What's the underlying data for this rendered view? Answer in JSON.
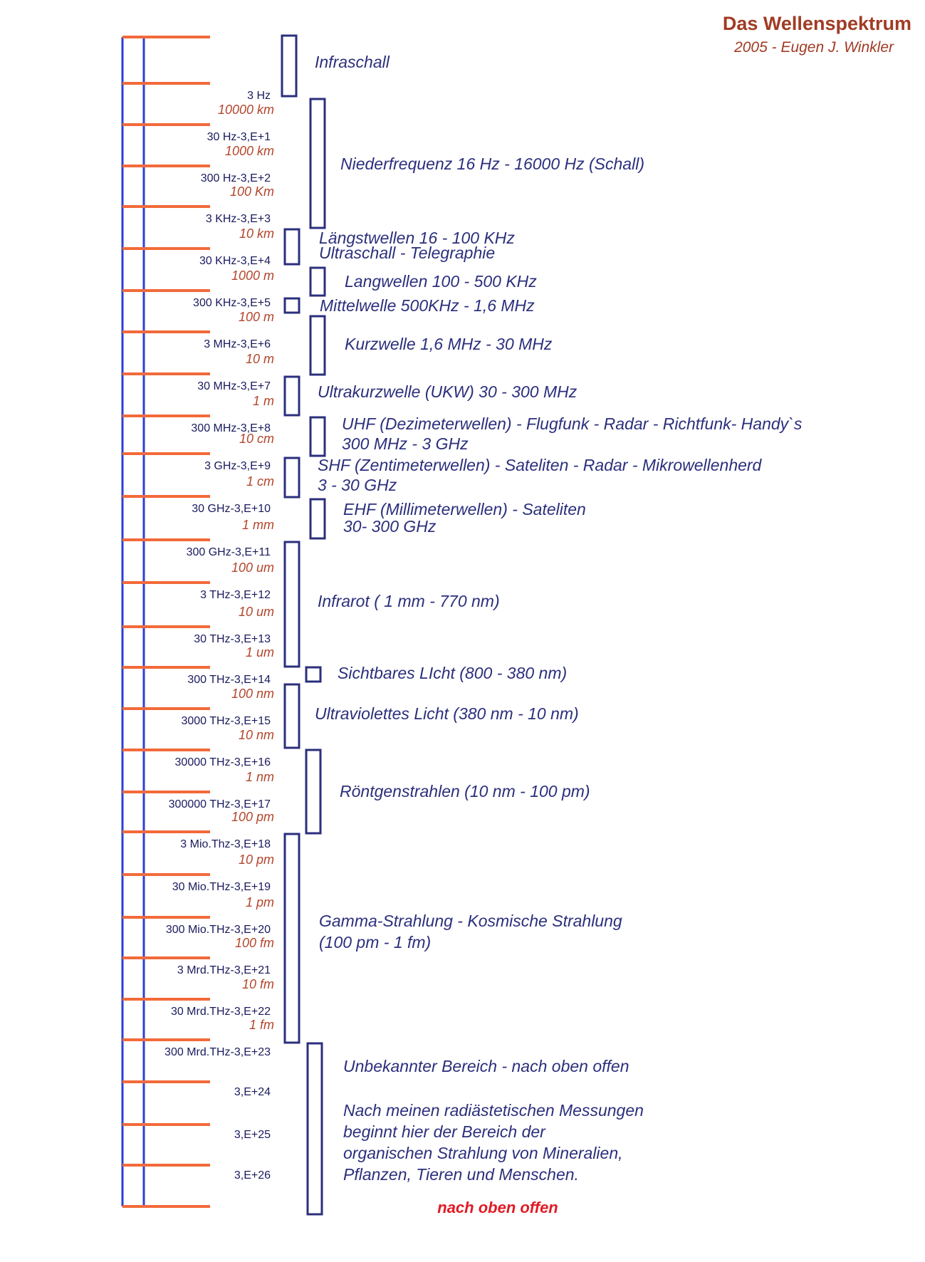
{
  "title": "Das Wellenspektrum",
  "subtitle": "2005 - Eugen J. Winkler",
  "colors": {
    "scale_line": "#2b3fd6",
    "tick": "#f26a3a",
    "band_box": "#2b2f7c",
    "band_text": "#2b2f7c",
    "wavelength_text": "#b3452b",
    "title": "#a13b24",
    "footer": "#e01b24"
  },
  "ticks": [
    {
      "freq": "",
      "wl": ""
    },
    {
      "freq": "3 Hz",
      "wl": ""
    },
    {
      "freq": "30 Hz-3,E+1",
      "wl": "10000 km"
    },
    {
      "freq": "300 Hz-3,E+2",
      "wl": "1000 km"
    },
    {
      "freq": "3 KHz-3,E+3",
      "wl": "100 Km"
    },
    {
      "freq": "30 KHz-3,E+4",
      "wl": "10 km"
    },
    {
      "freq": "300 KHz-3,E+5",
      "wl": "1000 m"
    },
    {
      "freq": "3 MHz-3,E+6",
      "wl": "100 m"
    },
    {
      "freq": "30 MHz-3,E+7",
      "wl": "10 m"
    },
    {
      "freq": "300 MHz-3,E+8",
      "wl": "1 m"
    },
    {
      "freq": "3 GHz-3,E+9",
      "wl": "10 cm"
    },
    {
      "freq": "30 GHz-3,E+10",
      "wl": "1 cm"
    },
    {
      "freq": "300 GHz-3,E+11",
      "wl": "1 mm"
    },
    {
      "freq": "3 THz-3,E+12",
      "wl": "100 um"
    },
    {
      "freq": "30 THz-3,E+13",
      "wl": "10 um"
    },
    {
      "freq": "300 THz-3,E+14",
      "wl": "1 um"
    },
    {
      "freq": "3000 THz-3,E+15",
      "wl": "100 nm"
    },
    {
      "freq": "30000 THz-3,E+16",
      "wl": "10 nm"
    },
    {
      "freq": "300000 THz-3,E+17",
      "wl": "1 nm"
    },
    {
      "freq": "3 Mio.Thz-3,E+18",
      "wl": "100 pm"
    },
    {
      "freq": "30 Mio.THz-3,E+19",
      "wl": "10 pm"
    },
    {
      "freq": "300 Mio.THz-3,E+20",
      "wl": "1 pm"
    },
    {
      "freq": "3 Mrd.THz-3,E+21",
      "wl": "100 fm"
    },
    {
      "freq": "30 Mrd.THz-3,E+22",
      "wl": "10 fm"
    },
    {
      "freq": "300 Mrd.THz-3,E+23",
      "wl": "1 fm"
    },
    {
      "freq": "3,E+24",
      "wl": ""
    },
    {
      "freq": "3,E+25",
      "wl": ""
    },
    {
      "freq": "3,E+26",
      "wl": ""
    },
    {
      "freq": "",
      "wl": ""
    }
  ],
  "bands": [
    {
      "lines": [
        "Infraschall"
      ]
    },
    {
      "lines": [
        "Niederfrequenz  16 Hz - 16000 Hz (Schall)"
      ]
    },
    {
      "lines": [
        "Längstwellen 16 - 100 KHz",
        "Ultraschall - Telegraphie"
      ]
    },
    {
      "lines": [
        "Langwellen 100 - 500 KHz"
      ]
    },
    {
      "lines": [
        "Mittelwelle 500KHz - 1,6 MHz"
      ]
    },
    {
      "lines": [
        "Kurzwelle 1,6 MHz - 30 MHz"
      ]
    },
    {
      "lines": [
        "Ultrakurzwelle (UKW) 30 - 300 MHz"
      ]
    },
    {
      "lines": [
        "UHF (Dezimeterwellen) -  Flugfunk - Radar - Richtfunk- Handy`s",
        "300 MHz - 3 GHz"
      ]
    },
    {
      "lines": [
        "SHF (Zentimeterwellen) - Sateliten - Radar - Mikrowellenherd",
        "3 - 30 GHz"
      ]
    },
    {
      "lines": [
        "EHF (Millimeterwellen) - Sateliten",
        "30- 300 GHz"
      ]
    },
    {
      "lines": [
        "Infrarot ( 1 mm - 770 nm)"
      ]
    },
    {
      "lines": [
        "Sichtbares LIcht  (800 - 380 nm)"
      ]
    },
    {
      "lines": [
        "Ultraviolettes Licht (380 nm - 10 nm)"
      ]
    },
    {
      "lines": [
        "Röntgenstrahlen (10 nm - 100 pm)"
      ]
    },
    {
      "lines": [
        "Gamma-Strahlung - Kosmische Strahlung",
        "(100 pm - 1 fm)"
      ]
    },
    {
      "lines": [
        "Unbekannter Bereich - nach oben offen"
      ]
    }
  ],
  "note": [
    "Nach meinen radiästetischen Messungen",
    "beginnt hier der Bereich der",
    "organischen Strahlung von Mineralien,",
    "Pflanzen, Tieren und Menschen."
  ],
  "footer": "nach oben offen"
}
